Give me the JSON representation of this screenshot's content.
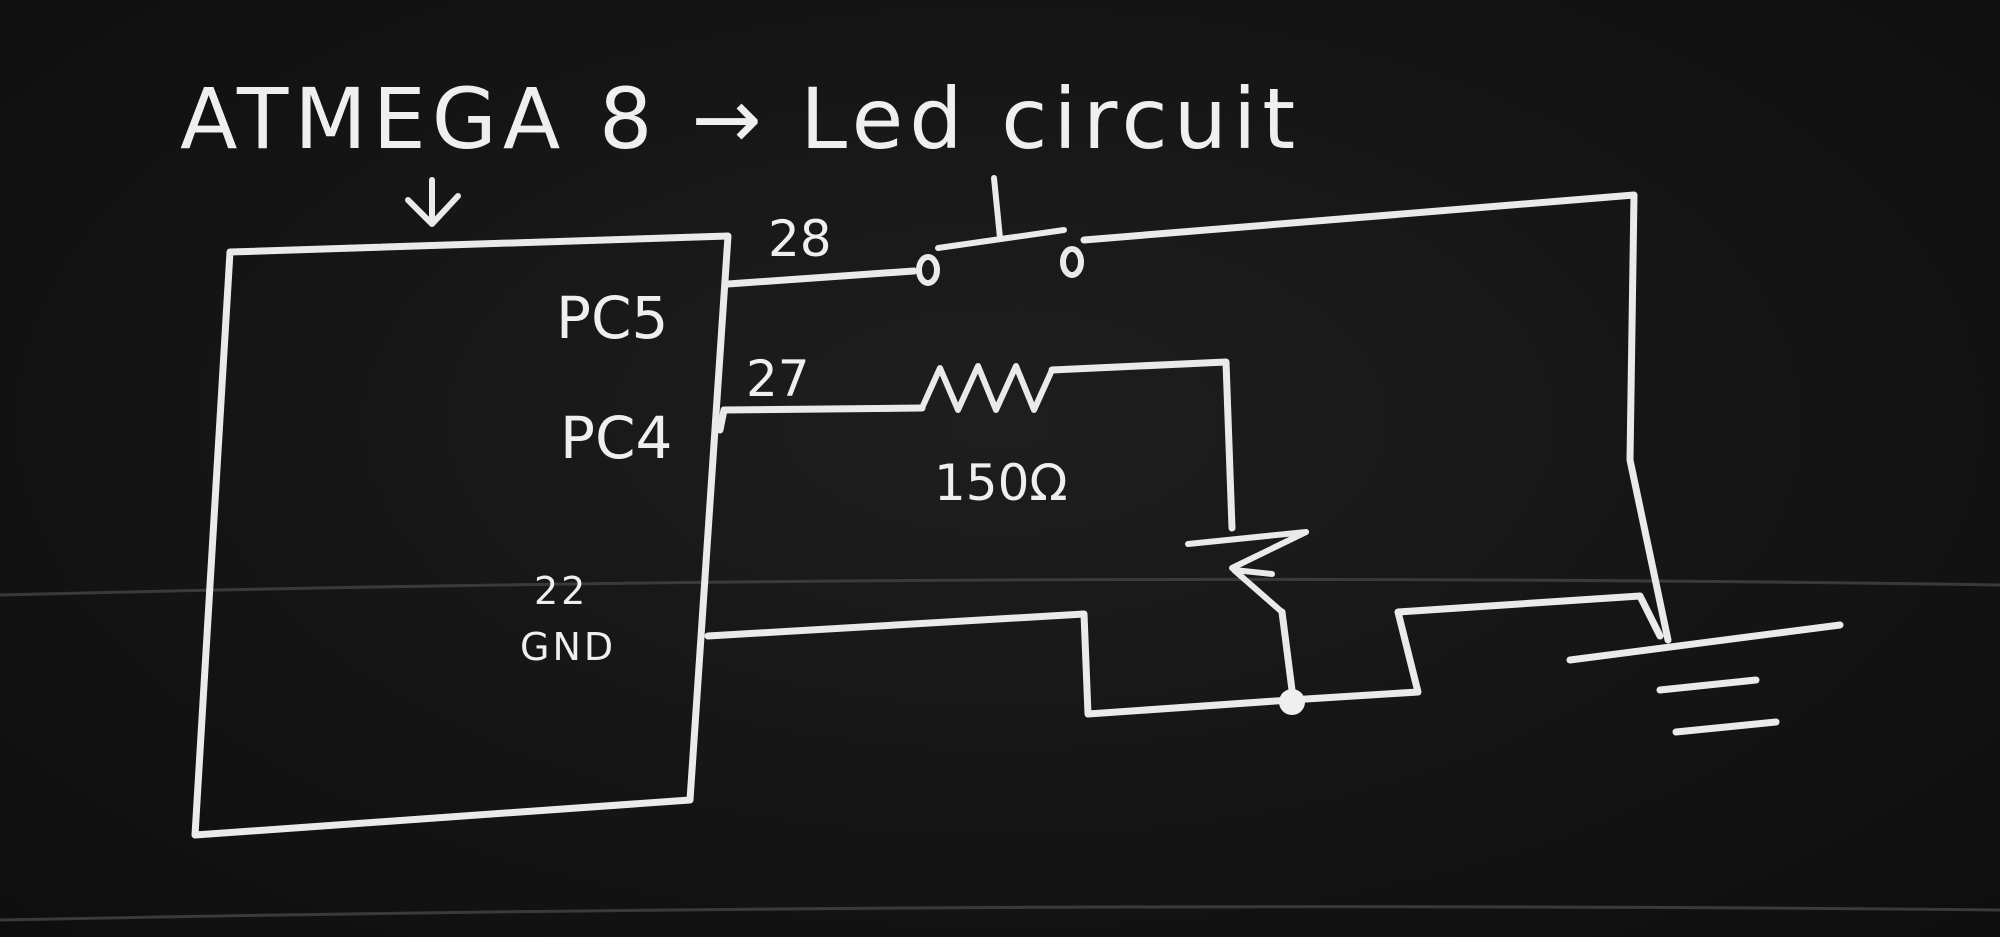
{
  "diagram": {
    "title": "ATMEGA 8 → Led circuit",
    "chip": {
      "pins": [
        {
          "name": "PC5",
          "number": "28"
        },
        {
          "name": "PC4",
          "number": "27"
        },
        {
          "name": "GND",
          "number": "22"
        }
      ]
    },
    "resistor": {
      "value": "150Ω"
    },
    "components": [
      "push-button",
      "resistor",
      "led",
      "ground"
    ]
  }
}
